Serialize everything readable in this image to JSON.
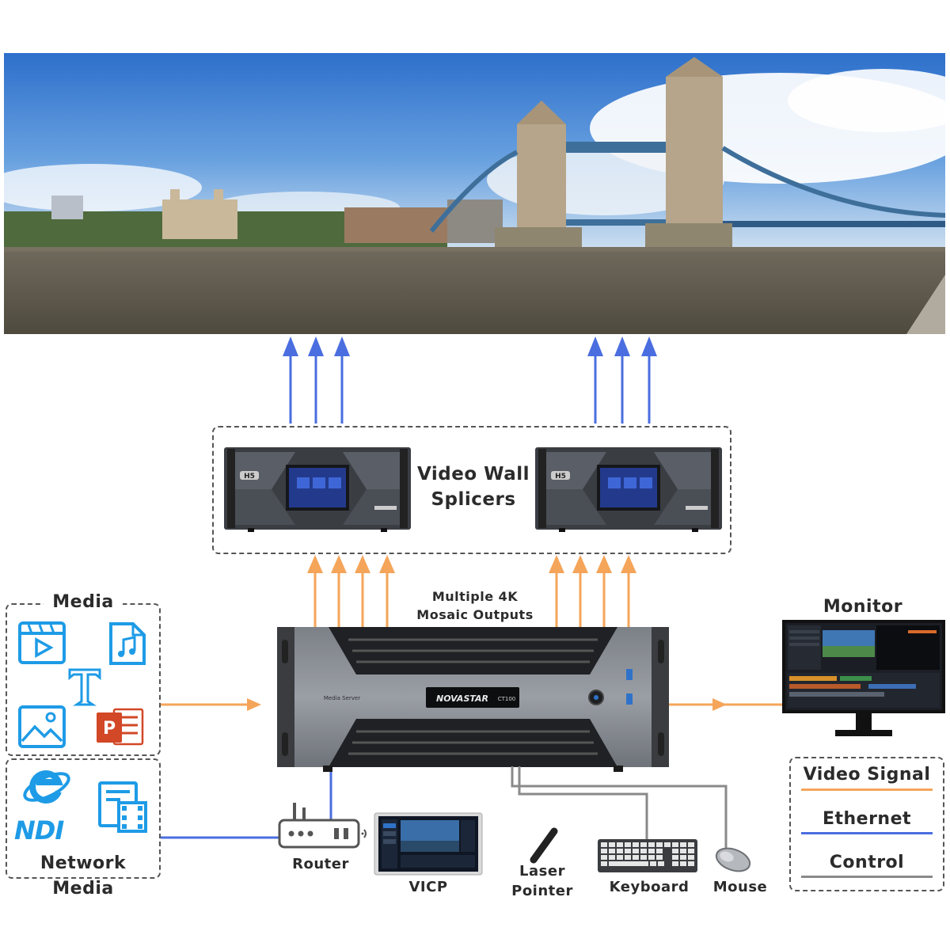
{
  "title_top": "Video Wall Splicers",
  "splicers": {
    "label_line1": "Video Wall",
    "label_line2": "Splicers",
    "device_badge": "H5"
  },
  "outputs": {
    "line1": "Multiple 4K",
    "line2": "Mosaic Outputs"
  },
  "server": {
    "brand": "NOVASTAR",
    "model": "CT100",
    "caption": "Media Server"
  },
  "media": {
    "title": "Media",
    "icons": [
      "video-file-icon",
      "music-file-icon",
      "text-icon",
      "image-file-icon",
      "powerpoint-icon"
    ]
  },
  "network_media": {
    "line1": "Network",
    "line2": "Media",
    "icons": [
      "internet-explorer-icon",
      "ndi-icon",
      "video-stream-icon"
    ],
    "ndi_text": "NDI"
  },
  "peripherals": {
    "router": "Router",
    "vicp": "VICP",
    "laser_line1": "Laser",
    "laser_line2": "Pointer",
    "keyboard": "Keyboard",
    "mouse": "Mouse"
  },
  "monitor": {
    "label": "Monitor"
  },
  "legend": {
    "items": [
      {
        "label": "Video Signal",
        "color": "#f5a55a"
      },
      {
        "label": "Ethernet",
        "color": "#4a6ee0"
      },
      {
        "label": "Control",
        "color": "#8a8a8a"
      }
    ]
  },
  "colors": {
    "video_signal": "#f5a55a",
    "ethernet": "#4a6ee0",
    "control": "#8a8a8a",
    "icon_blue": "#1e9be6",
    "ppt_red": "#d24726"
  }
}
